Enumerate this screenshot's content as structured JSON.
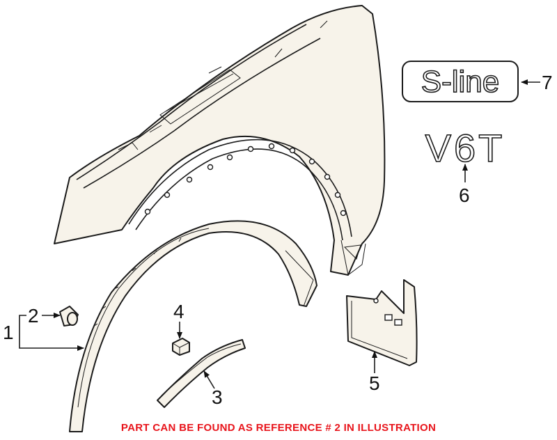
{
  "diagram": {
    "callouts": {
      "c1": "1",
      "c2": "2",
      "c3": "3",
      "c4": "4",
      "c5": "5",
      "c6": "6",
      "c7": "7"
    },
    "badges": {
      "sline": "S-line",
      "v6t": "V6T"
    }
  },
  "note": {
    "text": "PART CAN BE FOUND AS REFERENCE # 2 IN ILLUSTRATION",
    "color": "#e8141b"
  }
}
